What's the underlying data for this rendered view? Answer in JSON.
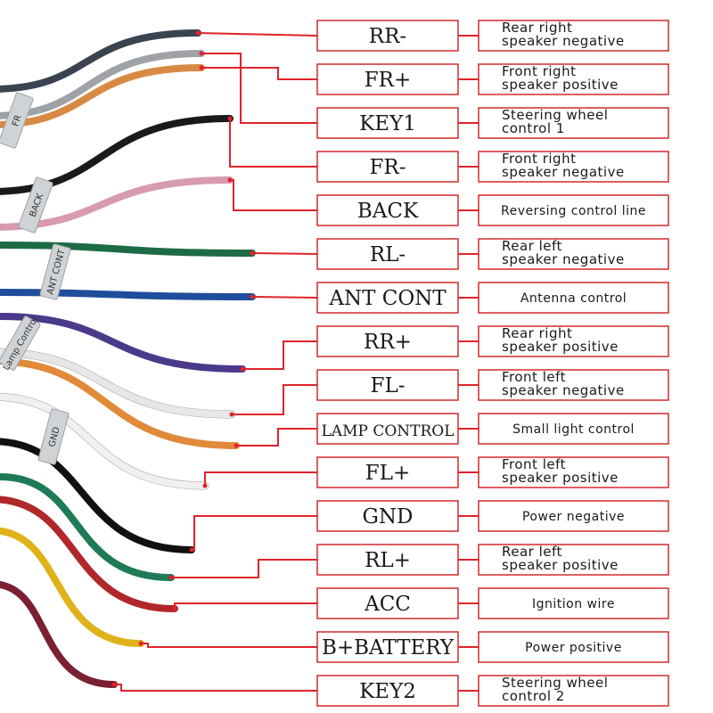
{
  "colors": {
    "leader": "#e0232a",
    "box_border": "#d42a2a",
    "wire_black": "#1b1b1b"
  },
  "sleeve_tags": [
    "FR",
    "BACK",
    "ANT CONT",
    "Lamp Control",
    "GND"
  ],
  "wires": [
    {
      "code": "RR-",
      "desc": [
        "Rear right",
        "speaker negative"
      ],
      "wire_color": "#3a4350"
    },
    {
      "code": "FR+",
      "desc": [
        "Front right",
        "speaker positive"
      ],
      "wire_color": "#d88a45"
    },
    {
      "code": "KEY1",
      "desc": [
        "Steering wheel",
        "control 1"
      ],
      "wire_color": "#9ea2a6"
    },
    {
      "code": "FR-",
      "desc": [
        "Front right",
        "speaker negative"
      ],
      "wire_color": "#1a1a1a"
    },
    {
      "code": "BACK",
      "desc": [
        "Reversing control line"
      ],
      "wire_color": "#d89ab0"
    },
    {
      "code": "RL-",
      "desc": [
        "Rear left",
        "speaker negative"
      ],
      "wire_color": "#1d6b45"
    },
    {
      "code": "ANT CONT",
      "desc": [
        "Antenna control"
      ],
      "wire_color": "#1f4d9b"
    },
    {
      "code": "RR+",
      "desc": [
        "Rear right",
        "speaker positive"
      ],
      "wire_color": "#4b3a8a"
    },
    {
      "code": "FL-",
      "desc": [
        "Front left",
        "speaker negative"
      ],
      "wire_color": "#e7e7e7"
    },
    {
      "code": "LAMP CONTROL",
      "desc": [
        "Small light control"
      ],
      "wire_color": "#e08a3a"
    },
    {
      "code": "FL+",
      "desc": [
        "Front left",
        "speaker positive"
      ],
      "wire_color": "#f0f0f0"
    },
    {
      "code": "GND",
      "desc": [
        "Power negative"
      ],
      "wire_color": "#111111"
    },
    {
      "code": "RL+",
      "desc": [
        "Rear left",
        "speaker positive"
      ],
      "wire_color": "#1f7a56"
    },
    {
      "code": "ACC",
      "desc": [
        "Ignition wire"
      ],
      "wire_color": "#b0282a"
    },
    {
      "code": "B+BATTERY",
      "desc": [
        "Power positive"
      ],
      "wire_color": "#e0b21a"
    },
    {
      "code": "KEY2",
      "desc": [
        "Steering wheel",
        "control 2"
      ],
      "wire_color": "#7a2030"
    }
  ]
}
